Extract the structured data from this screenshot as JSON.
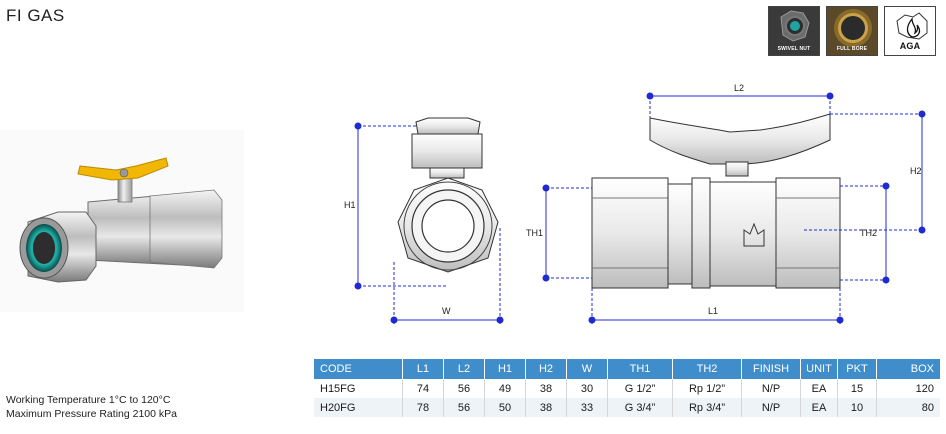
{
  "product": {
    "title": "FI GAS"
  },
  "badges": [
    {
      "label": "SWIVEL NUT",
      "icon": "swivel-nut-icon"
    },
    {
      "label": "FULL BORE",
      "icon": "full-bore-icon"
    },
    {
      "label": "AGA",
      "icon": "aga-flame-australia-icon"
    }
  ],
  "drawing": {
    "labels": {
      "h1": "H1",
      "w": "W",
      "th1": "TH1",
      "l2": "L2",
      "h2": "H2",
      "th2": "TH2",
      "l1": "L1"
    }
  },
  "specs": {
    "working_temperature": "Working Temperature  1°C to 120°C",
    "max_pressure": "Maximum Pressure Rating  2100 kPa"
  },
  "table": {
    "headers": [
      "CODE",
      "L1",
      "L2",
      "H1",
      "H2",
      "W",
      "TH1",
      "TH2",
      "FINISH",
      "UNIT",
      "PKT",
      "BOX"
    ],
    "rows": [
      [
        "H15FG",
        "74",
        "56",
        "49",
        "38",
        "30",
        "G 1/2”",
        "Rp 1/2”",
        "N/P",
        "EA",
        "15",
        "120"
      ],
      [
        "H20FG",
        "78",
        "56",
        "50",
        "38",
        "33",
        "G 3/4”",
        "Rp 3/4”",
        "N/P",
        "EA",
        "10",
        "80"
      ]
    ]
  },
  "colors": {
    "table_header": "#3f8ecb",
    "dimension_lines": "#1f2bd1",
    "handle": "#f2b705"
  }
}
